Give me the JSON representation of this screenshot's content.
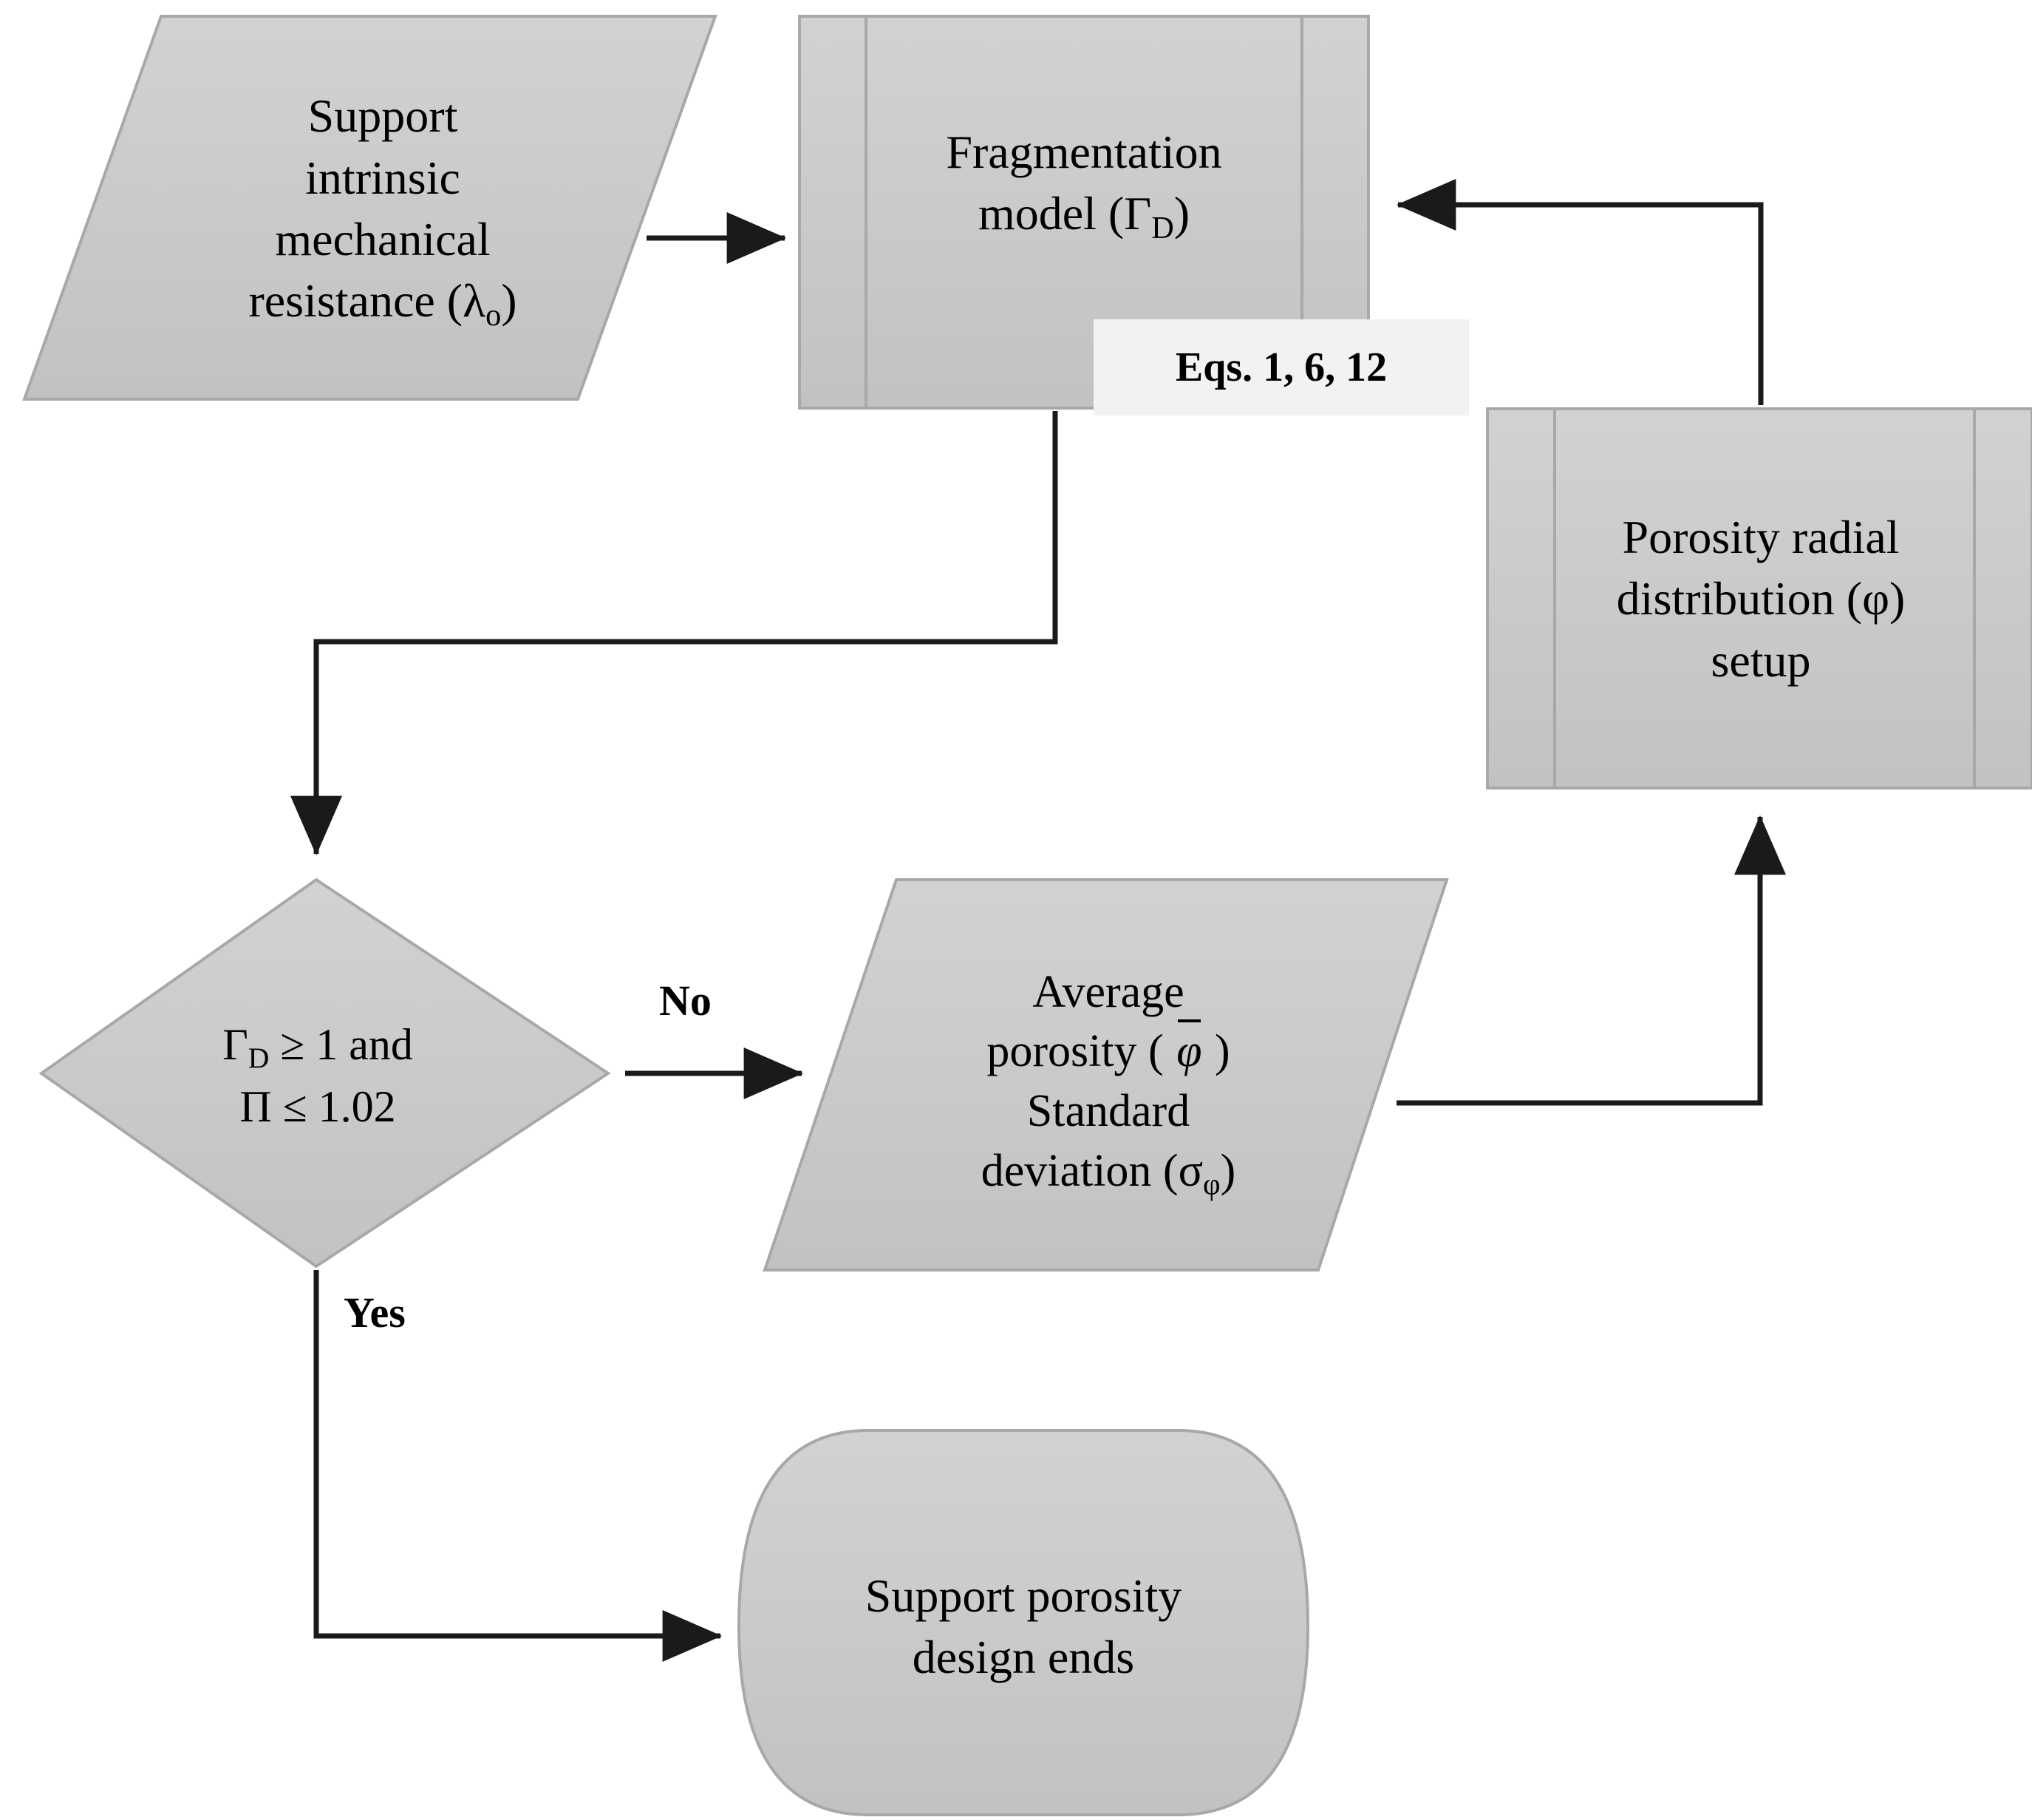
{
  "diagram": {
    "title": "Support porosity design flowchart",
    "background_color": "#ffffff",
    "shape_fill": "#c6c6c6",
    "shape_fill_light": "#cfcfcf",
    "shape_border": "#a6a6a6",
    "line_color": "#1a1a1a",
    "label_box_fill": "#f2f2f2"
  },
  "nodes": {
    "support_input": {
      "shape": "parallelogram",
      "label_lines": [
        "Support",
        "intrinsic",
        "mechanical",
        "resistance (λₒ)"
      ],
      "label_plain": "Support intrinsic mechanical resistance (λₒ)"
    },
    "fragmentation_model": {
      "shape": "predefined-process",
      "label_lines": [
        "Fragmentation",
        "model (ΓD)"
      ],
      "label_plain": "Fragmentation model (ΓD)"
    },
    "porosity_setup": {
      "shape": "predefined-process",
      "label_lines": [
        "Porosity radial",
        "distribution (ϕ)",
        "setup"
      ],
      "label_plain": "Porosity radial distribution (ϕ) setup"
    },
    "decision": {
      "shape": "diamond",
      "label_lines": [
        "ΓD ≥ 1 and",
        "Π ≤ 1.02"
      ],
      "label_plain": "ΓD ≥ 1 and Π ≤ 1.02"
    },
    "average_porosity": {
      "shape": "parallelogram",
      "label_lines": [
        "Average",
        "porosity ( φ̄ )",
        "Standard",
        "deviation (σϕ)"
      ],
      "label_plain": "Average porosity ( φ̄ ) Standard deviation (σϕ)"
    },
    "terminal_end": {
      "shape": "rounded-barrel",
      "label_lines": [
        "Support porosity",
        "design ends"
      ],
      "label_plain": "Support porosity design ends"
    }
  },
  "labels": {
    "eqs_note": "Eqs. 1, 6, 12",
    "branch_no": "No",
    "branch_yes": "Yes"
  },
  "edges": [
    {
      "from": "support_input",
      "to": "fragmentation_model",
      "label": ""
    },
    {
      "from": "fragmentation_model",
      "to": "decision",
      "label": ""
    },
    {
      "from": "decision",
      "to": "average_porosity",
      "label": "No"
    },
    {
      "from": "average_porosity",
      "to": "porosity_setup",
      "label": ""
    },
    {
      "from": "porosity_setup",
      "to": "fragmentation_model",
      "label": ""
    },
    {
      "from": "decision",
      "to": "terminal_end",
      "label": "Yes"
    }
  ]
}
